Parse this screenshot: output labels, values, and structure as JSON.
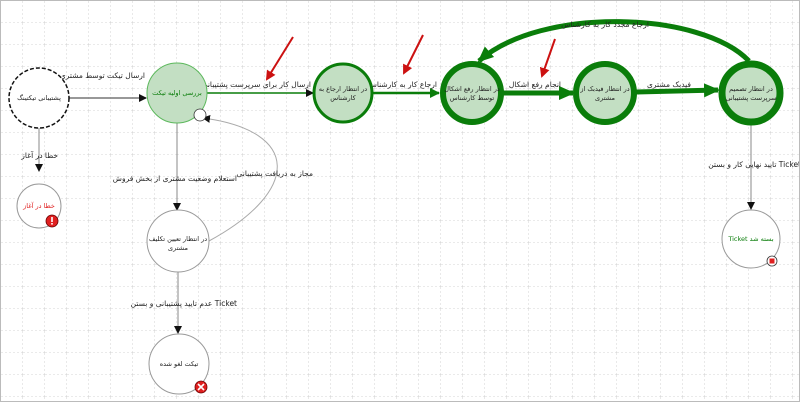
{
  "nodes": {
    "start": {
      "line1": "پشتیبانی تیکتینگ"
    },
    "review": {
      "line1": "بررسی اولیه تیکت"
    },
    "wait_assign": {
      "line1": "در انتظار ارجاع به",
      "line2": "کارشناس"
    },
    "wait_fix": {
      "line1": "در انتظار رفع اشکال",
      "line2": "توسط کارشناس"
    },
    "wait_feedback": {
      "line1": "در انتظار فیدبک از",
      "line2": "مشتری"
    },
    "wait_decision": {
      "line1": "در انتظار تصمیم",
      "line2": "سرپرست پشتیبانی"
    },
    "error": {
      "line1": "خطا در آغاز"
    },
    "wait_customer": {
      "line1": "در انتظار تعیین تکلیف",
      "line2": "مشتری"
    },
    "cancelled": {
      "line1": "تیکت لغو شده"
    },
    "closed": {
      "line1": "Ticket بسته شد"
    }
  },
  "edges": {
    "submit": "ارسال تیکت توسط مشتری",
    "to_supervisor": "ارسال کار برای سرپرست پشتیبانی",
    "assign": "ارجاع کار به کارشناس",
    "fix": "انجام رفع اشکال",
    "feedback": "فیدبک مشتری",
    "reassign": "ارجاع مجدد کار به کارشناس",
    "final_close": "تایید نهایی کار و بستن Ticket",
    "start_error": "خطا در آغاز",
    "inquiry": "استعلام وضعیت مشتری از بخش فروش",
    "allowed": "مجاز به دریافت پشتیبانی",
    "reject": "عدم تایید پشتیبانی و بستن Ticket"
  },
  "colors": {
    "active": "#0a7d0a",
    "active_fill": "#c3dfc3",
    "error": "#e02020",
    "arrow_annotation": "#cc1111"
  }
}
